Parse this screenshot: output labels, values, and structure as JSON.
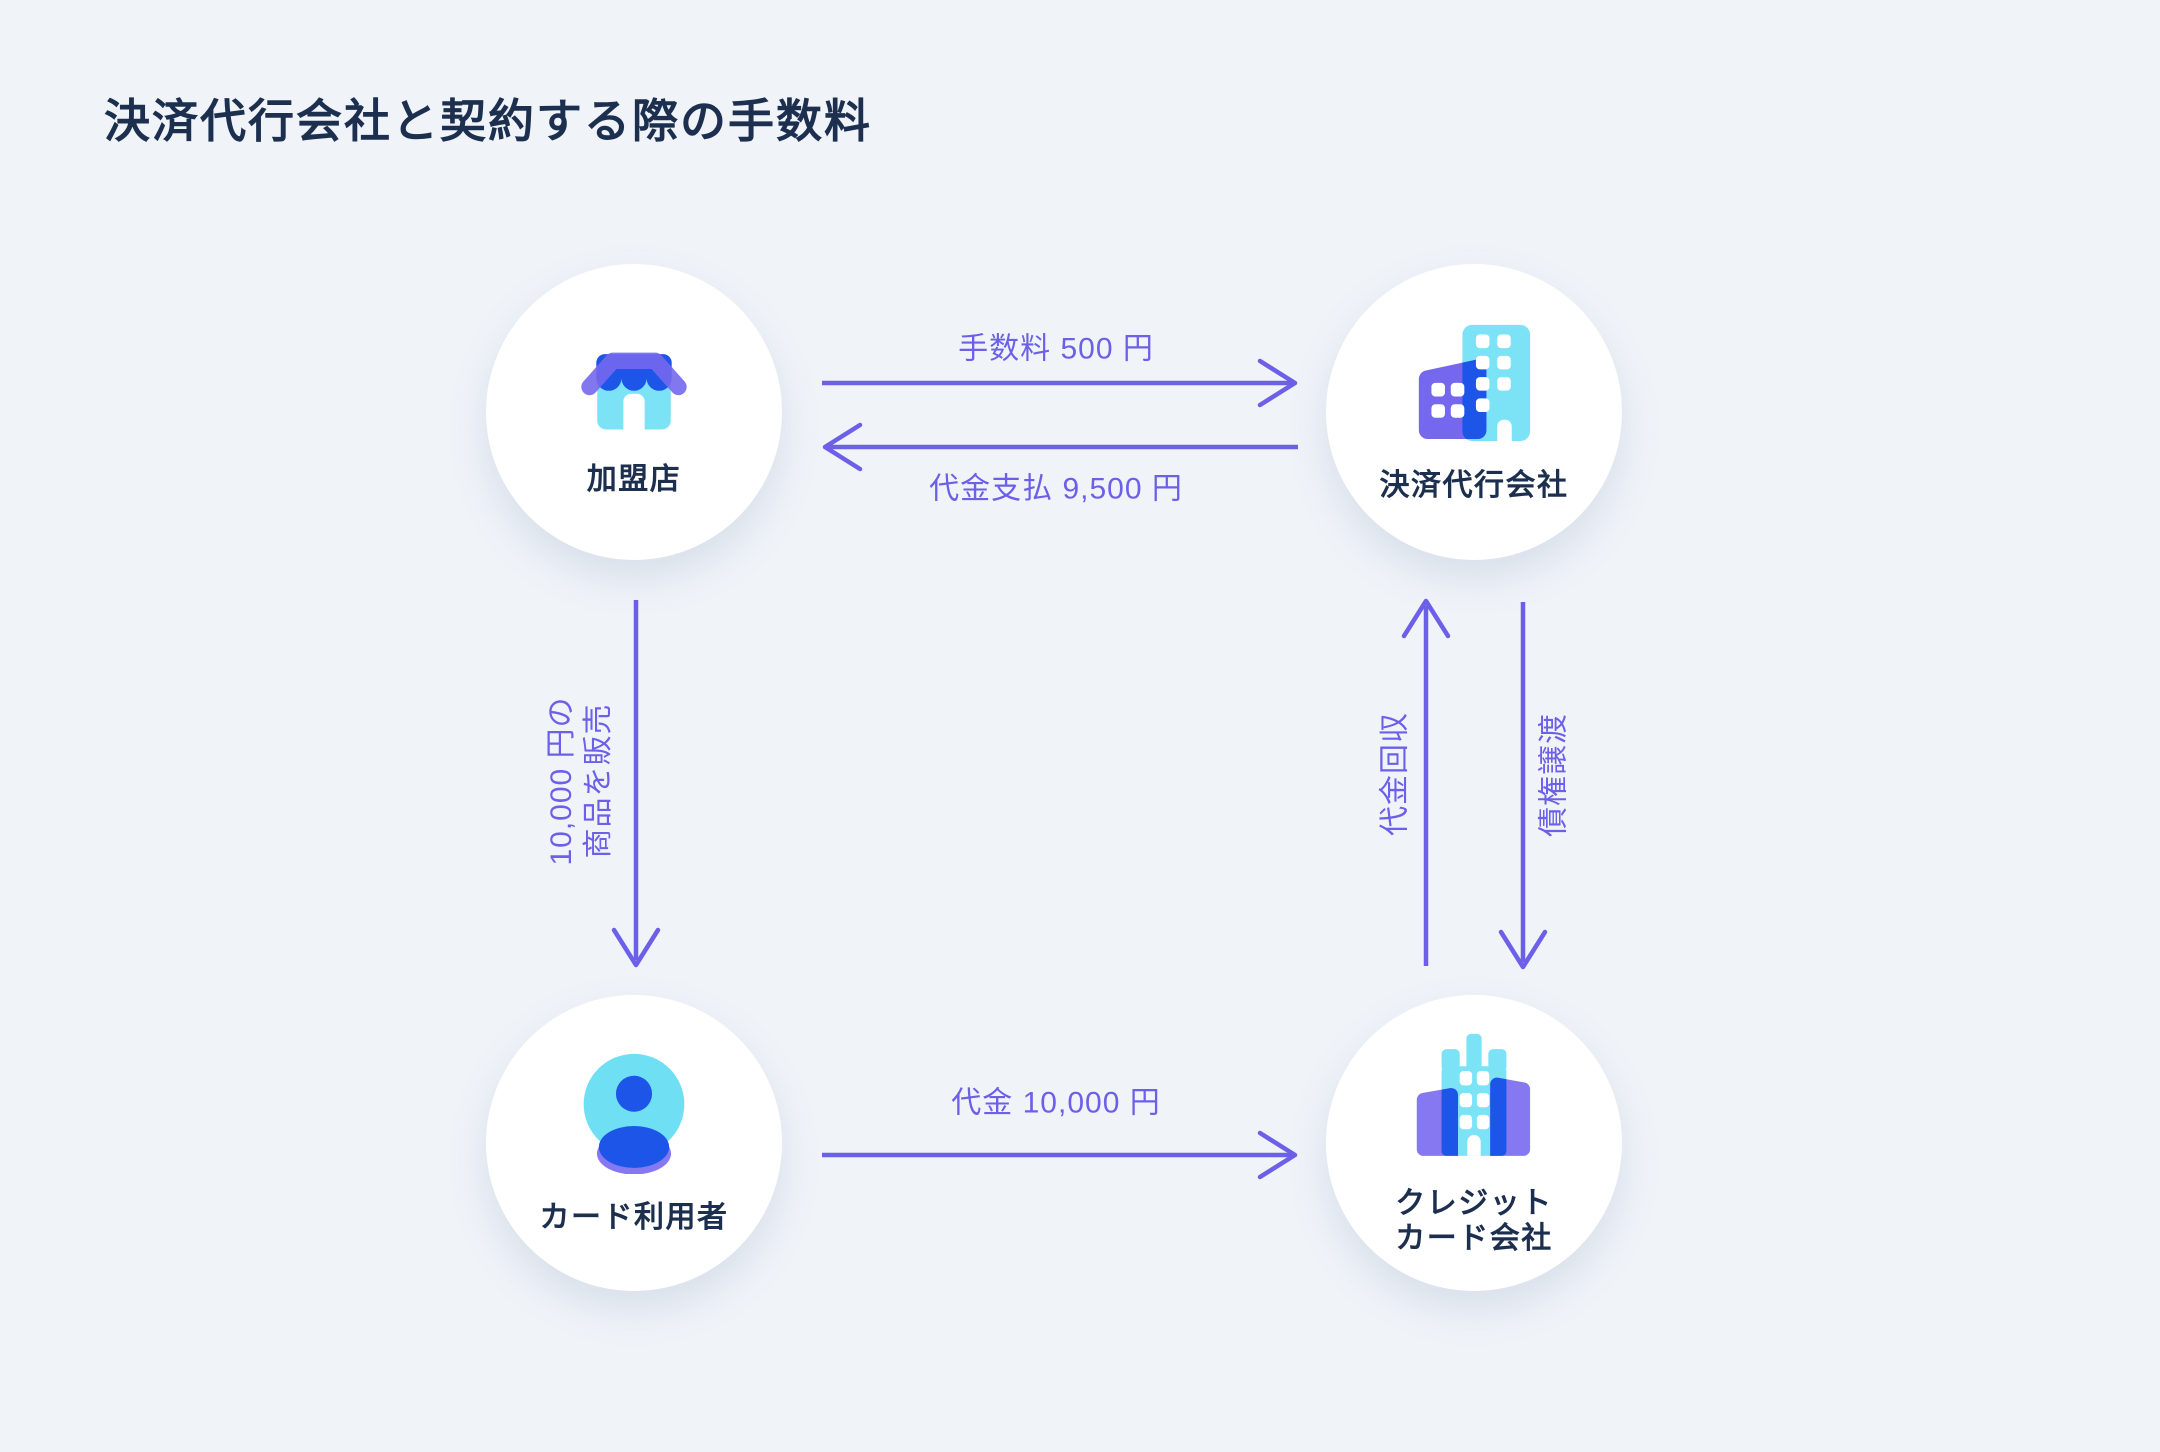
{
  "title": "決済代行会社と契約する際の手数料",
  "nodes": {
    "merchant": {
      "label": "加盟店",
      "icon": "storefront-icon"
    },
    "agency": {
      "label": "決済代行会社",
      "icon": "office-buildings-icon"
    },
    "cardholder": {
      "label": "カード利用者",
      "icon": "person-avatar-icon"
    },
    "card_company": {
      "label": "クレジット\nカード会社",
      "icon": "corporate-tower-icon"
    }
  },
  "flows": {
    "fee": {
      "label": "手数料 500 円",
      "from": "merchant",
      "to": "agency"
    },
    "payout": {
      "label": "代金支払 9,500 円",
      "from": "agency",
      "to": "merchant"
    },
    "sale": {
      "label": "10,000 円の\n商品を販売",
      "from": "merchant",
      "to": "cardholder"
    },
    "price": {
      "label": "代金 10,000 円",
      "from": "cardholder",
      "to": "card_company"
    },
    "collection": {
      "label": "代金回収",
      "from": "card_company",
      "to": "agency"
    },
    "assignment": {
      "label": "債権譲渡",
      "from": "agency",
      "to": "card_company"
    }
  },
  "colors": {
    "background": "#F0F4F9",
    "node_fill": "#FFFFFF",
    "heading_text": "#1D2F4F",
    "arrow_accent": "#6C5FE8",
    "icon_cyan": "#7CE3F7",
    "icon_blue": "#1D55E8",
    "icon_purple": "#7668EE",
    "icon_soft_purple": "#8678F0"
  }
}
